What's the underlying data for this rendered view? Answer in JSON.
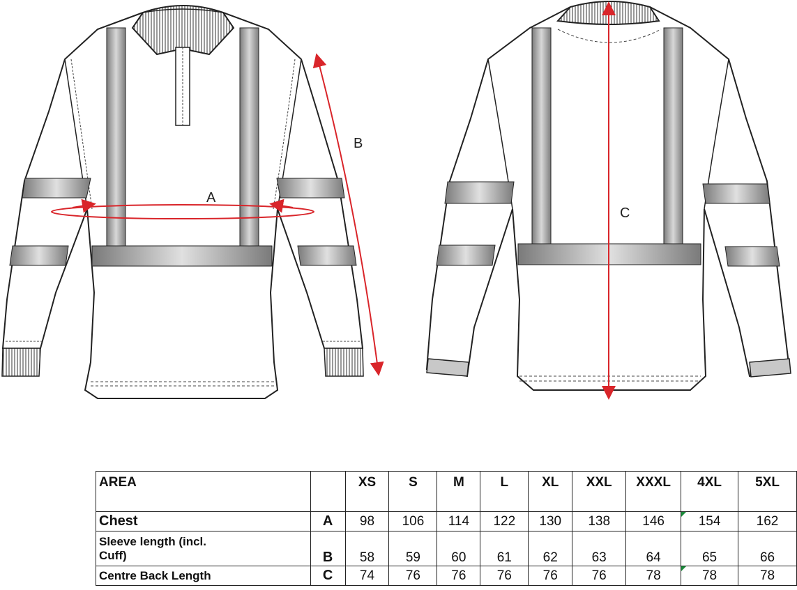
{
  "measure_labels": {
    "a": "A",
    "b": "B",
    "c": "C"
  },
  "table": {
    "header": {
      "area": "AREA",
      "code": "",
      "sizes": [
        "XS",
        "S",
        "M",
        "L",
        "XL",
        "XXL",
        "XXXL",
        "4XL",
        "5XL"
      ]
    },
    "rows": [
      {
        "label": "Chest",
        "code": "A",
        "values": [
          "98",
          "106",
          "114",
          "122",
          "130",
          "138",
          "146",
          "154",
          "162"
        ]
      },
      {
        "label_line1": "Sleeve length (incl.",
        "label_line2": "Cuff)",
        "code": "B",
        "values": [
          "58",
          "59",
          "60",
          "61",
          "62",
          "63",
          "64",
          "65",
          "66"
        ]
      },
      {
        "label": "Centre Back Length",
        "code": "C",
        "values": [
          "74",
          "76",
          "76",
          "76",
          "76",
          "76",
          "78",
          "78",
          "78"
        ]
      }
    ]
  },
  "colors": {
    "measure_line": "#d9252a",
    "reflective_tape": "#9a9a9a",
    "outline": "#222222",
    "cell_marker": "#1a8a3a"
  }
}
